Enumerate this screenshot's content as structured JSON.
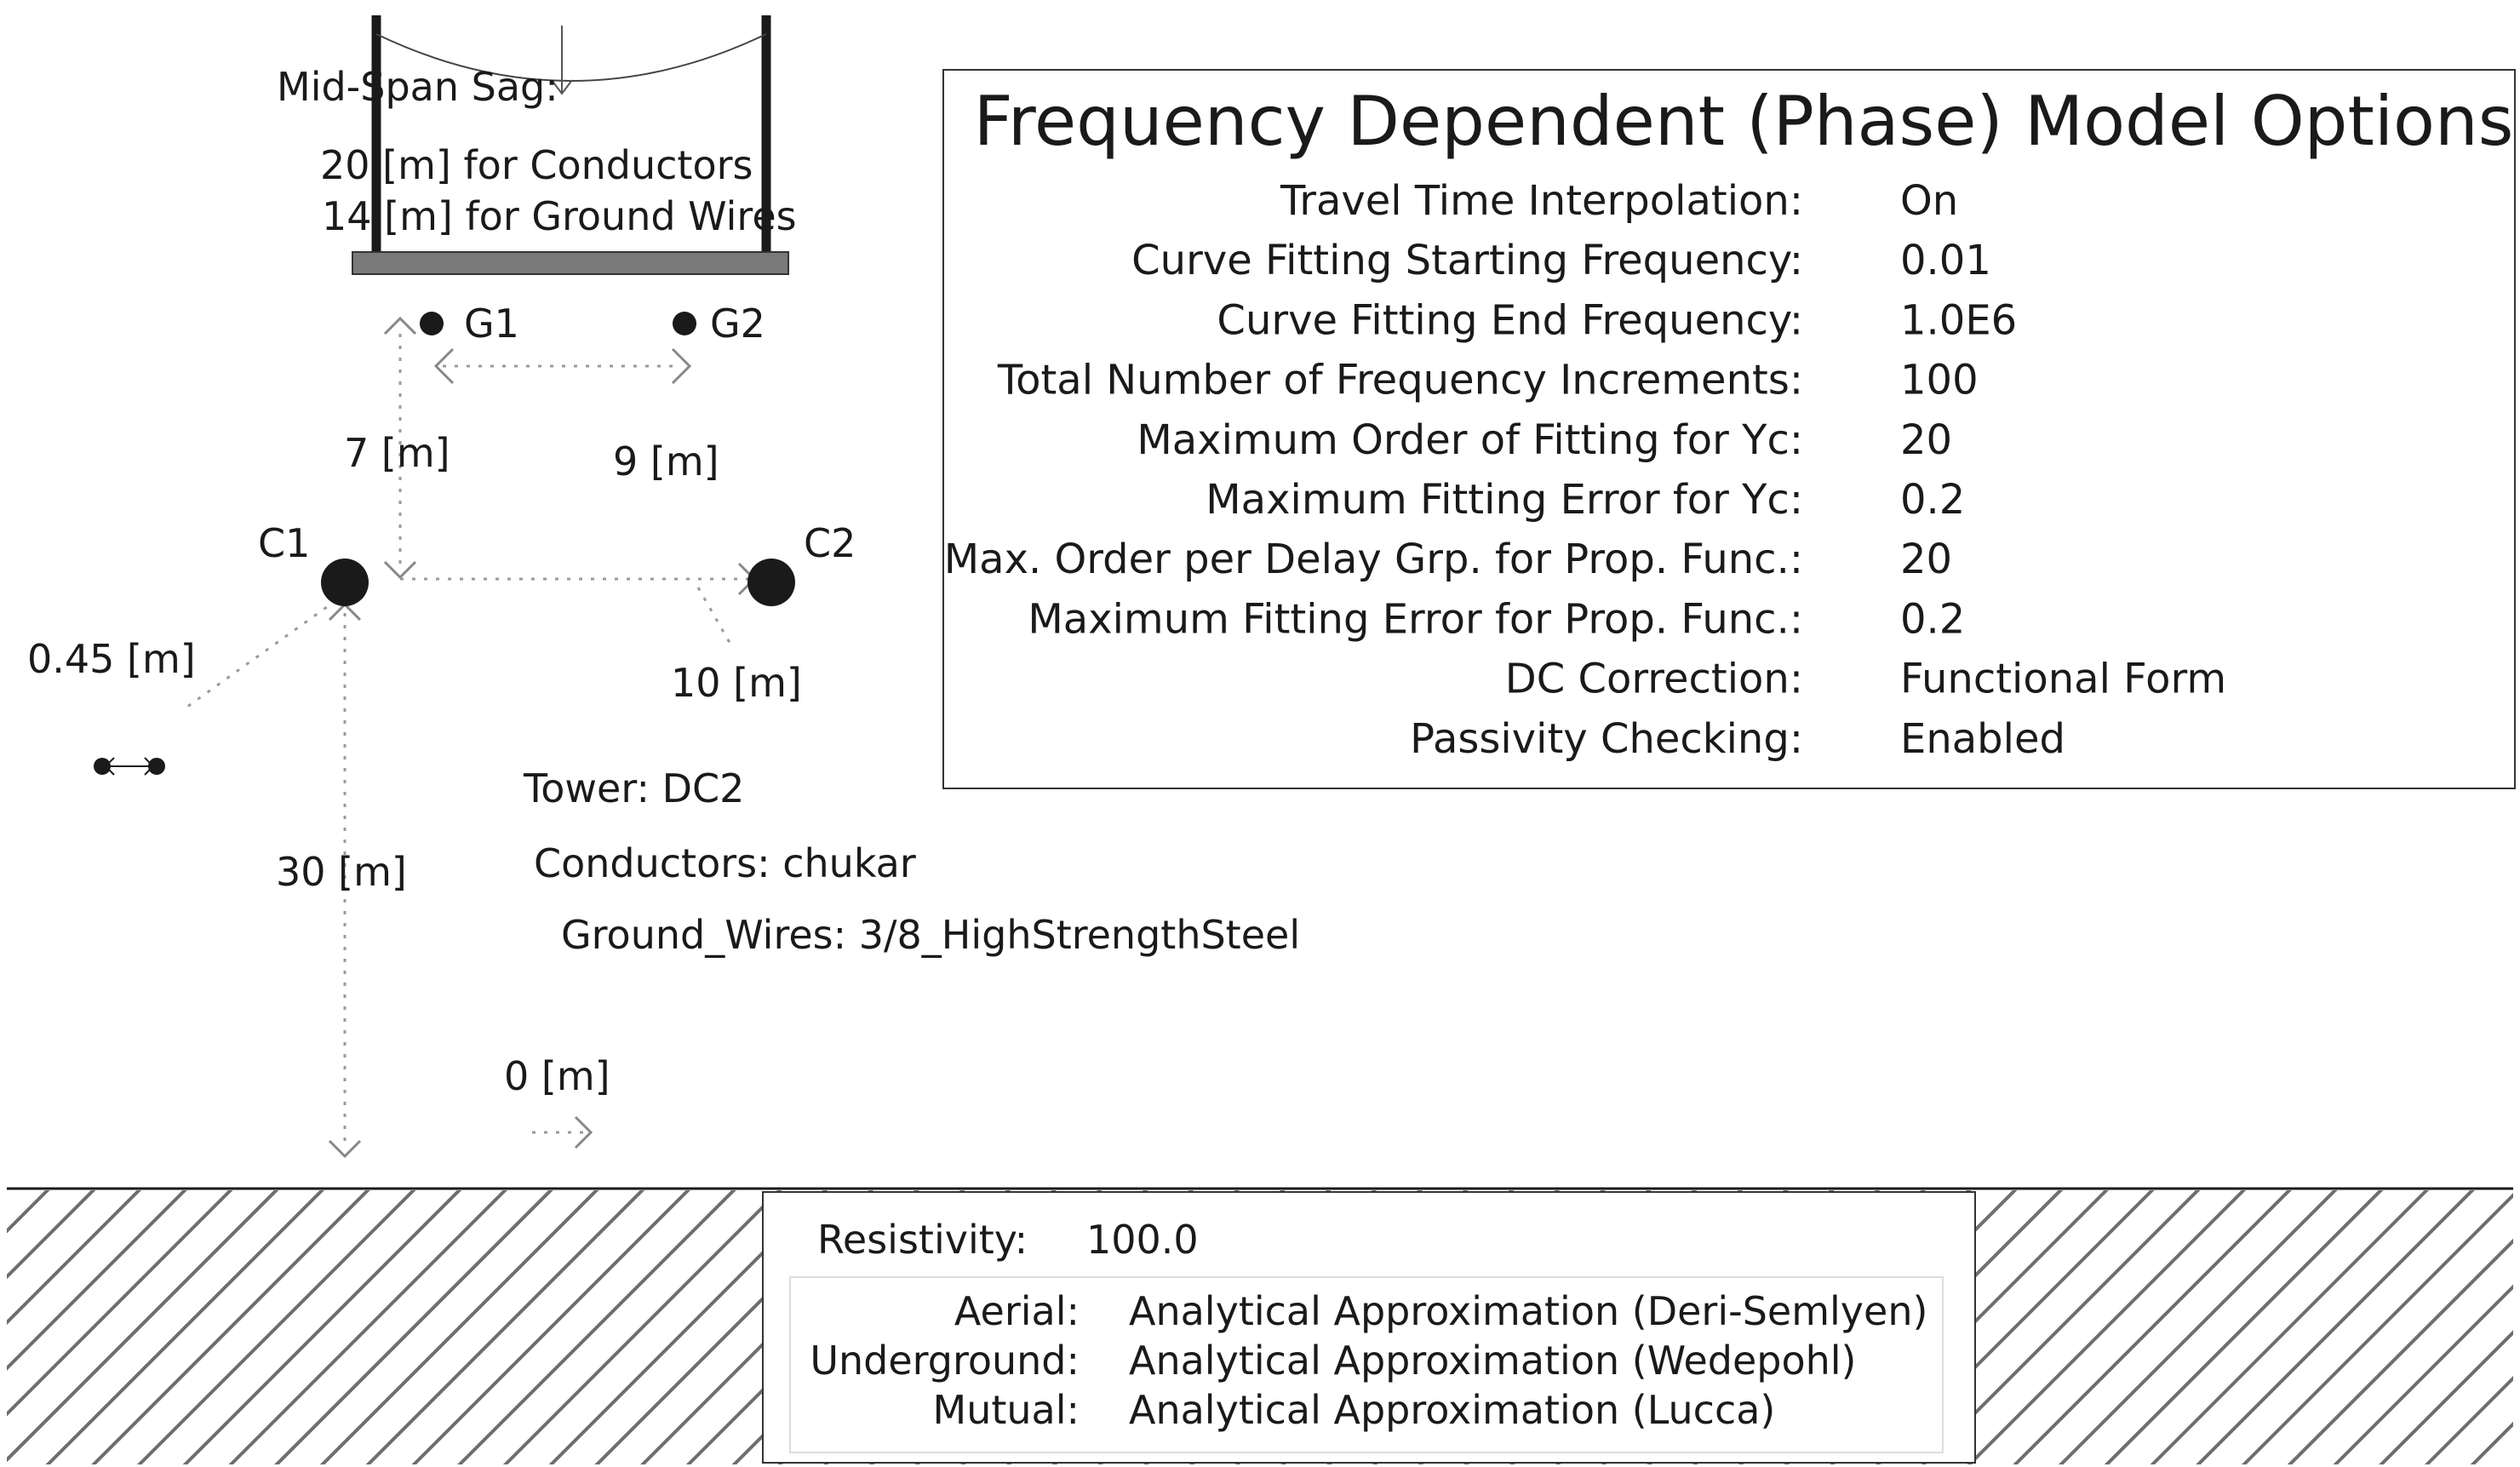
{
  "sag": {
    "title": "Mid-Span Sag:",
    "conductors": "20 [m] for Conductors",
    "ground_wires": "14 [m] for Ground Wires"
  },
  "conductors": {
    "g1": "G1",
    "g2": "G2",
    "c1": "C1",
    "c2": "C2"
  },
  "dimensions": {
    "g1_to_c1_height": "7 [m]",
    "g_spacing": "9 [m]",
    "c_spacing": "10 [m]",
    "bundle_spacing": "0.45 [m]",
    "c1_height": "30 [m]",
    "horizontal_offset": "0 [m]"
  },
  "tower": {
    "tower_label": "Tower: DC2",
    "conductors_label": "Conductors: chukar",
    "ground_wires_label": "Ground_Wires: 3/8_HighStrengthSteel"
  },
  "options": {
    "title": "Frequency Dependent (Phase) Model Options",
    "rows": [
      {
        "label": "Travel Time Interpolation:",
        "value": "On"
      },
      {
        "label": "Curve Fitting Starting Frequency:",
        "value": "0.01"
      },
      {
        "label": "Curve Fitting End Frequency:",
        "value": "1.0E6"
      },
      {
        "label": "Total Number of Frequency Increments:",
        "value": "100"
      },
      {
        "label": "Maximum Order of Fitting for Yc:",
        "value": "20"
      },
      {
        "label": "Maximum Fitting Error for Yc:",
        "value": "0.2"
      },
      {
        "label": "Max. Order per Delay Grp. for Prop. Func.:",
        "value": "20"
      },
      {
        "label": "Maximum Fitting Error for Prop. Func.:",
        "value": "0.2"
      },
      {
        "label": "DC Correction:",
        "value": "Functional Form"
      },
      {
        "label": "Passivity Checking:",
        "value": "Enabled"
      }
    ]
  },
  "ground": {
    "resistivity_label": "Resistivity:",
    "resistivity_value": "100.0",
    "rows": [
      {
        "label": "Aerial:",
        "value": "Analytical Approximation (Deri-Semlyen)"
      },
      {
        "label": "Underground:",
        "value": "Analytical Approximation (Wedepohl)"
      },
      {
        "label": "Mutual:",
        "value": "Analytical Approximation (Lucca)"
      }
    ]
  },
  "colors": {
    "ink": "#1a1a1a",
    "crossarm": "#7a7a7a",
    "hatch": "#6e6e6e",
    "dotted": "#9a9a9a"
  }
}
